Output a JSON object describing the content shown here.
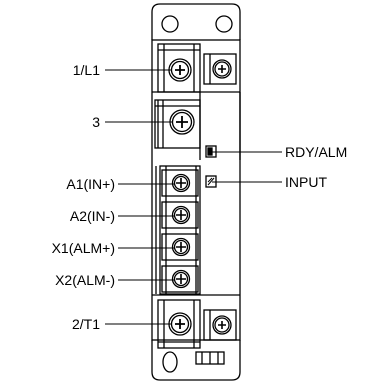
{
  "diagram": {
    "terminal_labels": {
      "l1": "1/L1",
      "t3": "3",
      "a1": "A1(IN+)",
      "a2": "A2(IN-)",
      "x1": "X1(ALM+)",
      "x2": "X2(ALM-)",
      "t1": "2/T1"
    },
    "indicator_labels": {
      "rdy": "RDY/ALM",
      "input": "INPUT"
    },
    "colors": {
      "line": "#000000",
      "background": "#ffffff"
    }
  }
}
